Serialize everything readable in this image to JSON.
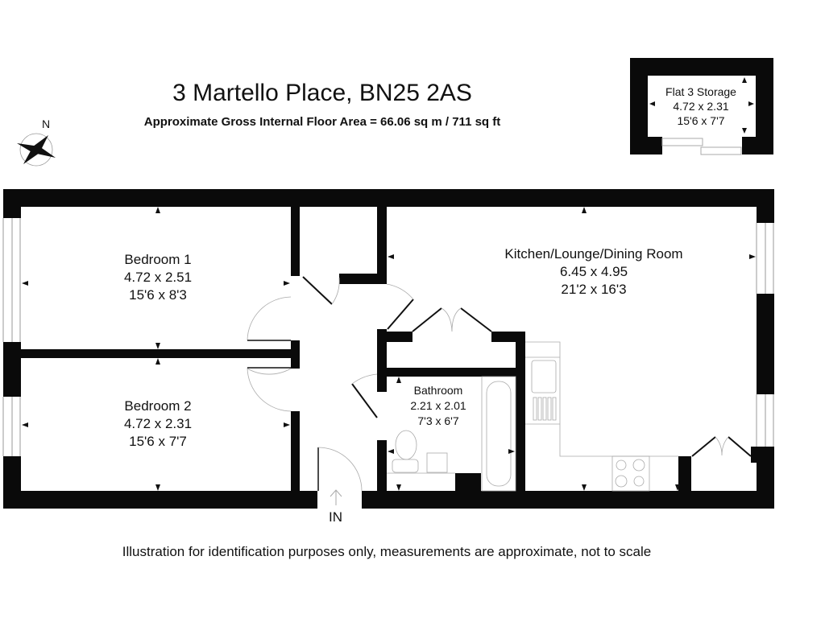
{
  "header": {
    "title": "3 Martello Place, BN25 2AS",
    "subtitle": "Approximate Gross Internal Floor Area = 66.06 sq m / 711 sq ft"
  },
  "compass": {
    "label": "N",
    "icon": "compass-rose-icon"
  },
  "storage": {
    "name": "Flat 3 Storage",
    "metric": "4.72 x 2.31",
    "imperial": "15'6 x 7'7"
  },
  "rooms": [
    {
      "name": "Bedroom 1",
      "metric": "4.72 x 2.51",
      "imperial": "15'6 x 8'3"
    },
    {
      "name": "Bedroom 2",
      "metric": "4.72 x 2.31",
      "imperial": "15'6 x 7'7"
    },
    {
      "name": "Kitchen/Lounge/Dining Room",
      "metric": "6.45 x 4.95",
      "imperial": "21'2 x 16'3"
    },
    {
      "name": "Bathroom",
      "metric": "2.21 x 2.01",
      "imperial": "7'3 x 6'7"
    }
  ],
  "entrance": {
    "label": "IN"
  },
  "footer": {
    "disclaimer": "Illustration for identification purposes only, measurements are approximate, not to scale"
  },
  "colors": {
    "wall": "#0a0a0a",
    "fixture": "#9a9a9a",
    "background": "#ffffff"
  }
}
